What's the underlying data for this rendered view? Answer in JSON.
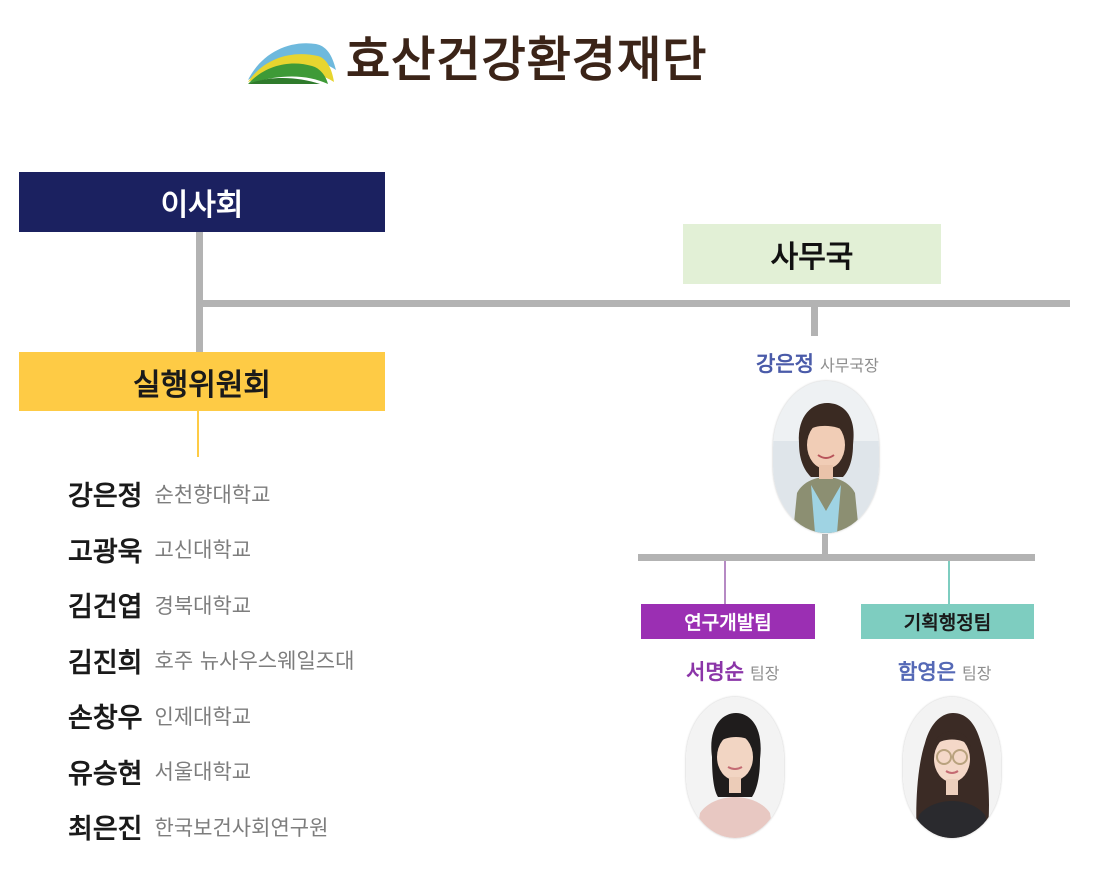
{
  "header": {
    "org_name": "효산건강환경재단",
    "logo_icon": "mountain-logo-icon",
    "colors": {
      "logo_green": "#3e9a37",
      "logo_yellow": "#e7d52f",
      "logo_blue": "#6eb9dd",
      "text_brown": "#3b2418"
    }
  },
  "board": {
    "label": "이사회",
    "color": "#1b2160"
  },
  "executive_committee": {
    "label": "실행위원회",
    "color": "#fecb45",
    "members": [
      {
        "name": "강은정",
        "affiliation": "순천향대학교"
      },
      {
        "name": "고광욱",
        "affiliation": "고신대학교"
      },
      {
        "name": "김건엽",
        "affiliation": "경북대학교"
      },
      {
        "name": "김진희",
        "affiliation": "호주 뉴사우스웨일즈대"
      },
      {
        "name": "손창우",
        "affiliation": "인제대학교"
      },
      {
        "name": "유승현",
        "affiliation": "서울대학교"
      },
      {
        "name": "최은진",
        "affiliation": "한국보건사회연구원"
      }
    ]
  },
  "secretariat": {
    "label": "사무국",
    "color": "#e2f0d6",
    "head": {
      "name": "강은정",
      "role": "사무국장"
    },
    "teams": [
      {
        "label": "연구개발팀",
        "color": "#9b2fb3",
        "leader": {
          "name": "서명순",
          "role": "팀장"
        }
      },
      {
        "label": "기획행정팀",
        "color": "#7ecdc0",
        "leader": {
          "name": "함영은",
          "role": "팀장"
        }
      }
    ]
  }
}
